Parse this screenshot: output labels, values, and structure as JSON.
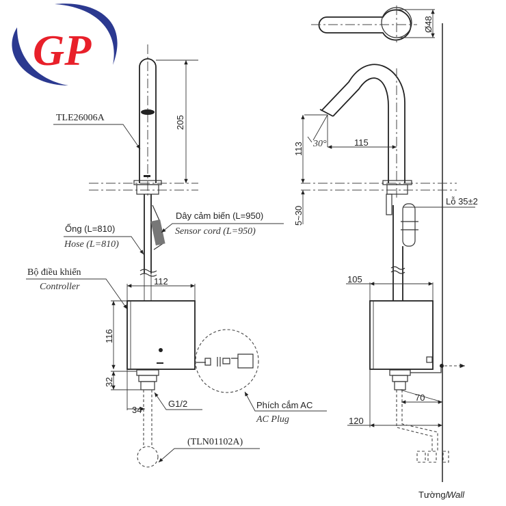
{
  "logo": {
    "text": "GP",
    "colors": {
      "swoosh": "#2b3990",
      "letters": "#e8202a"
    }
  },
  "front_view": {
    "model_label": "TLE26006A",
    "dim_spout_height": "205",
    "sensor_cord_vi": "Dây cảm biến (L=950)",
    "sensor_cord_en": "Sensor cord (L=950)",
    "hose_vi": "Ống (L=810)",
    "hose_en": "Hose (L=810)",
    "controller_vi": "Bộ điều khiển",
    "controller_en": "Controller",
    "dim_controller_width": "112",
    "dim_controller_height": "116",
    "dim_fitting_height": "32",
    "dim_fitting_offset": "34",
    "thread_label": "G1/2",
    "ac_plug_vi": "Phích cắm AC",
    "ac_plug_en": "AC Plug",
    "valve_label": "(TLN01102A)"
  },
  "side_view": {
    "dim_diameter": "Ø48",
    "dim_outlet_height": "113",
    "dim_angle": "30°",
    "dim_reach": "115",
    "dim_deck_thickness": "5~30",
    "hole_label": "Lỗ 35±2",
    "dim_controller_depth": "105",
    "dim_fitting_to_wall": "70",
    "dim_box_to_wall": "120",
    "wall_label_vi": "Tường/",
    "wall_label_en": "Wall"
  }
}
